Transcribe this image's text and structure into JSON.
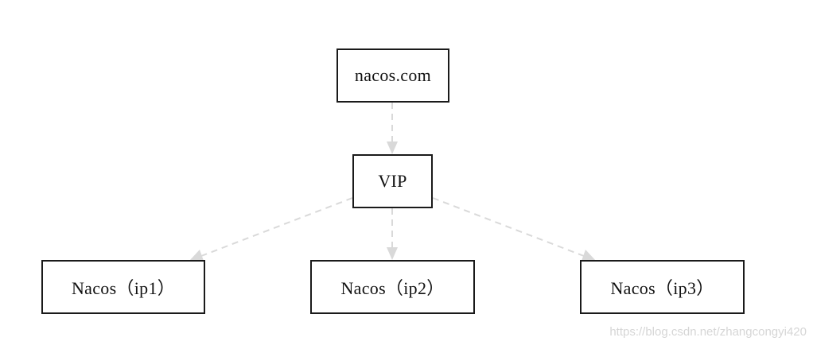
{
  "nodes": {
    "domain": "nacos.com",
    "vip": "VIP",
    "ip1": "Nacos（ip1）",
    "ip2": "Nacos（ip2）",
    "ip3": "Nacos（ip3）"
  },
  "edges": [
    {
      "from": "domain",
      "to": "vip",
      "style": "dashed"
    },
    {
      "from": "vip",
      "to": "ip1",
      "style": "dashed"
    },
    {
      "from": "vip",
      "to": "ip2",
      "style": "dashed"
    },
    {
      "from": "vip",
      "to": "ip3",
      "style": "dashed"
    }
  ],
  "colors": {
    "box_border": "#1a1a1a",
    "edge": "#d9d9d9",
    "watermark": "#d6d6d6"
  },
  "watermark": "https://blog.csdn.net/zhangcongyi420"
}
